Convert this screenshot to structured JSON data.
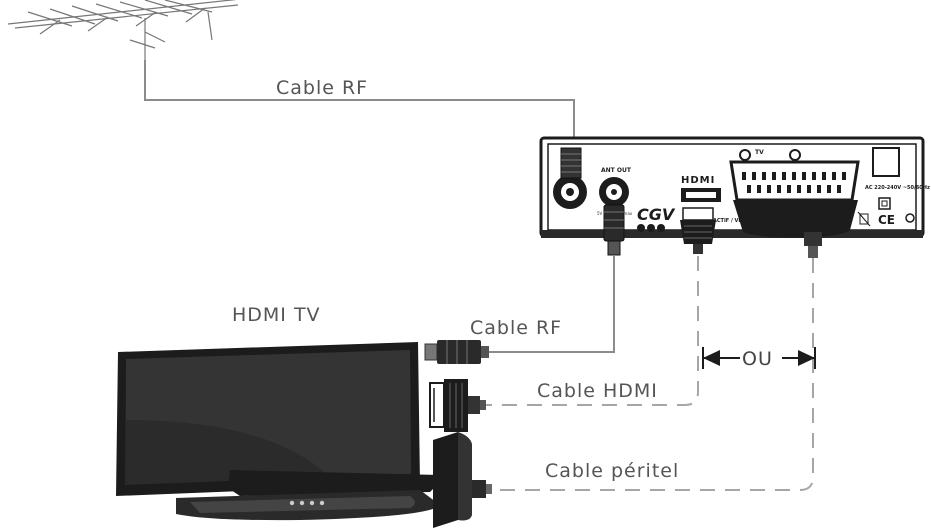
{
  "labels": {
    "cable_rf_top": "Cable RF",
    "hdmi_tv": "HDMI TV",
    "cable_rf_tv": "Cable RF",
    "or": "OU",
    "cable_hdmi": "Cable HDMI",
    "cable_peritel": "Cable péritel"
  },
  "decoder": {
    "ant_out": "ANT OUT",
    "tv": "TV",
    "hdmi_logo": "HDMI",
    "brand": "CGV",
    "power_rating": "AC 220-240V ~50/60Hz",
    "ant_out_spec": "5V ⎓ 300mA max",
    "switch_text": "ACTIF / VEILLE"
  },
  "icons": [
    "antenna-icon",
    "set-top-box-icon",
    "television-icon",
    "rf-plug-icon",
    "hdmi-plug-icon",
    "scart-plug-icon",
    "arrow-left-icon",
    "arrow-right-icon"
  ],
  "colors": {
    "line": "#8c8c8c",
    "dashed": "#a6a6a6",
    "device_dark": "#1c1c1c",
    "label_text": "#555555"
  }
}
